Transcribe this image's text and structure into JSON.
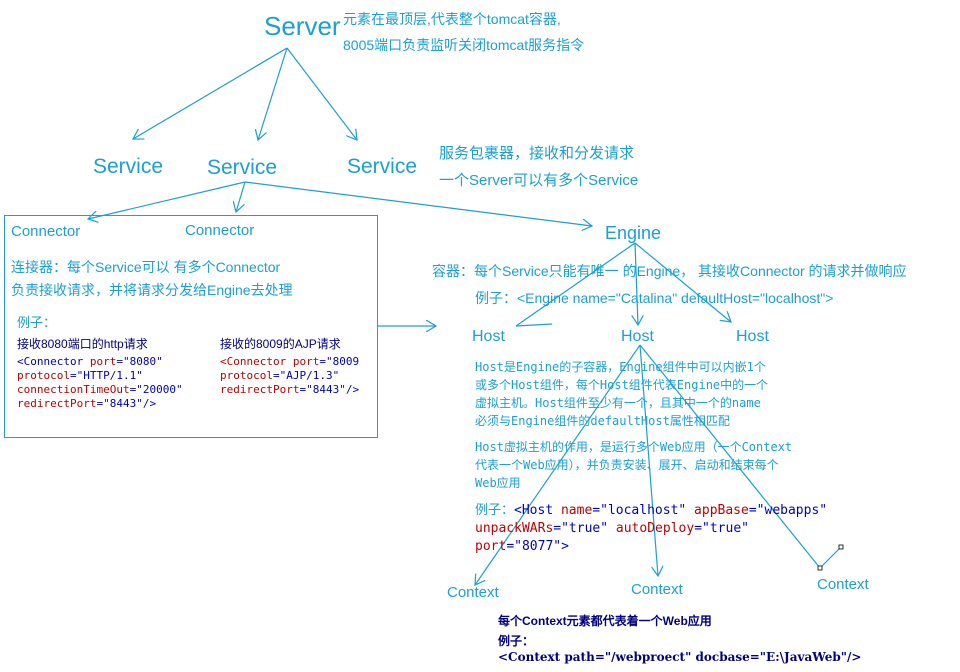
{
  "server": {
    "label": "Server",
    "desc_line1": "元素在最顶层,代表整个tomcat容器,",
    "desc_line2": "8005端口负责监听关闭tomcat服务指令"
  },
  "services": [
    "Service",
    "Service",
    "Service"
  ],
  "service_desc_line1": "服务包裹器，接收和分发请求",
  "service_desc_line2": "一个Server可以有多个Service",
  "connectors": [
    "Connector",
    "Connector"
  ],
  "connector_box": {
    "desc_line1": "连接器：每个Service可以   有多个Connector",
    "desc_line2": "负责接收请求，并将请求分发给Engine去处理",
    "example_label": "例子：",
    "ex1_title": "接收8080端口的http请求",
    "ex1_line1_tag": "<Connector ",
    "ex1_line1_attr": "port",
    "ex1_line1_val": "=\"8080\"",
    "ex1_line2_attr": "protocol",
    "ex1_line2_val": "=\"HTTP/1.1\"",
    "ex1_line3_attr": "connectionTimeOut",
    "ex1_line3_val": "=\"20000\"",
    "ex1_line4_attr": "redirectPort",
    "ex1_line4_val": "=\"8443\"/>",
    "ex2_title": "接收的8009的AJP请求",
    "ex2_line1_tag": "<Connector ",
    "ex2_line1_attr": "port",
    "ex2_line1_val": "=\"8009",
    "ex2_line2_attr": "protocol",
    "ex2_line2_val": "=\"AJP/1.3\"",
    "ex2_line3_attr": "redirectPort",
    "ex2_line3_val": "=\"8443\"/>"
  },
  "engine": {
    "label": "Engine",
    "desc": "容器：每个Service只能有唯一  的Engine，  其接收Connector 的请求并做响应",
    "example": "例子：<Engine name=\"Catalina\" defaultHost=\"localhost\">"
  },
  "hosts": [
    "Host",
    "Host",
    "Host"
  ],
  "host_desc": {
    "p1_line1": "Host是Engine的子容器，Engine组件中可以内嵌1个",
    "p1_line2": "或多个Host组件，每个Host组件代表Engine中的一个",
    "p1_line3": "虚拟主机。Host组件至少有一个，且其中一个的name",
    "p1_line4": "必须与Engine组件的defaultHost属性相匹配",
    "p2_line1": "Host虚拟主机的作用，是运行多个Web应用（一个Context",
    "p2_line2": "代表一个Web应用），并负责安装、展开、启动和结束每个",
    "p2_line3": "Web应用",
    "ex_prefix": "例子：",
    "ex_tag": "<Host ",
    "ex_a1": "name",
    "ex_v1": "=\"localhost\"  ",
    "ex_a2": "appBase",
    "ex_v2": "=\"webapps\"",
    "ex_a3": "unpackWARs",
    "ex_v3": "=\"true\" ",
    "ex_a4": "autoDeploy",
    "ex_v4": "=\"true\"",
    "ex_a5": "port",
    "ex_v5": "=\"8077\">"
  },
  "contexts": [
    "Context",
    "Context",
    "Context"
  ],
  "context_desc": {
    "line1": "每个Context元素都代表着一个Web应用",
    "line2": "例子：",
    "line3": "<Context path=\"/webproect\" docbase=\"E:\\JavaWeb\"/>"
  },
  "colors": {
    "accent": "#1a9fd8",
    "attr": "#c00000",
    "value": "#0000c0"
  }
}
